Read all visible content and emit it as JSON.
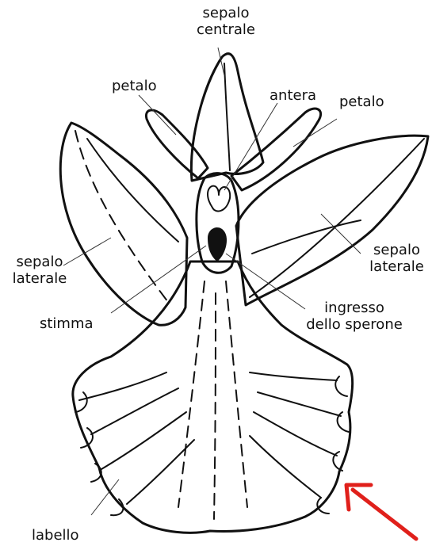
{
  "labels": {
    "sepalo_centrale": [
      "sepalo",
      "centrale"
    ],
    "petalo_left": "petalo",
    "antera": "antera",
    "petalo_right": "petalo",
    "sepalo_laterale_left": [
      "sepalo",
      "laterale"
    ],
    "sepalo_laterale_right": [
      "sepalo",
      "laterale"
    ],
    "stimma": "stimma",
    "ingresso": [
      "ingresso",
      "dello sperone"
    ],
    "labello": "labello"
  },
  "arrow_color": "#e0201b",
  "arrow_icon": "red-arrow-icon"
}
